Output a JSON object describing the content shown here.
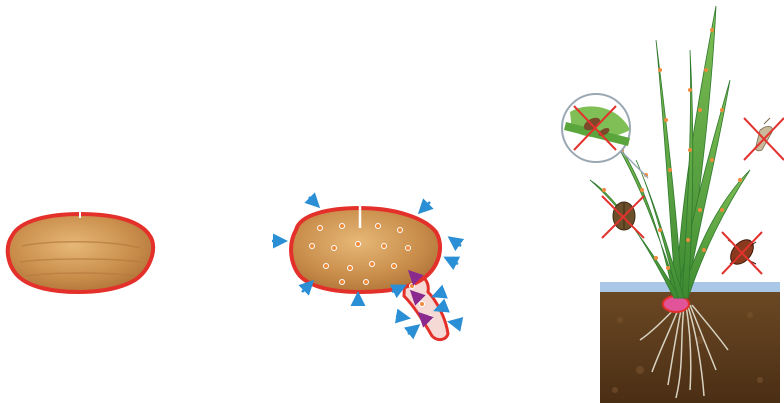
{
  "figure": {
    "panels": [
      {
        "id": "seed",
        "description_label": ""
      },
      {
        "id": "germinating-seed",
        "description_label": ""
      },
      {
        "id": "seedling-plant",
        "description_label": ""
      }
    ],
    "colors": {
      "seed_outline": "#e4302a",
      "seed_fill": "#c98d4b",
      "seed_fill_light": "#e3b272",
      "arrow_blue": "#2b8fd6",
      "arrow_purple": "#8a2a8e",
      "dot_orange": "#f08a3c",
      "leaf_green": "#4f9a3a",
      "leaf_dark": "#2f7a2d",
      "soil_top": "#a9c7e6",
      "soil": "#5a3a1c",
      "cross_red": "#e3322d",
      "root": "#d8d2c2"
    },
    "icons": [
      "seed-icon",
      "germinating-seed-icon",
      "water-arrow-icon",
      "pest-beetle-icon",
      "pest-bug-icon",
      "pest-moth-icon",
      "leaf-disease-icon",
      "soil-icon",
      "roots-icon",
      "cross-icon"
    ]
  }
}
